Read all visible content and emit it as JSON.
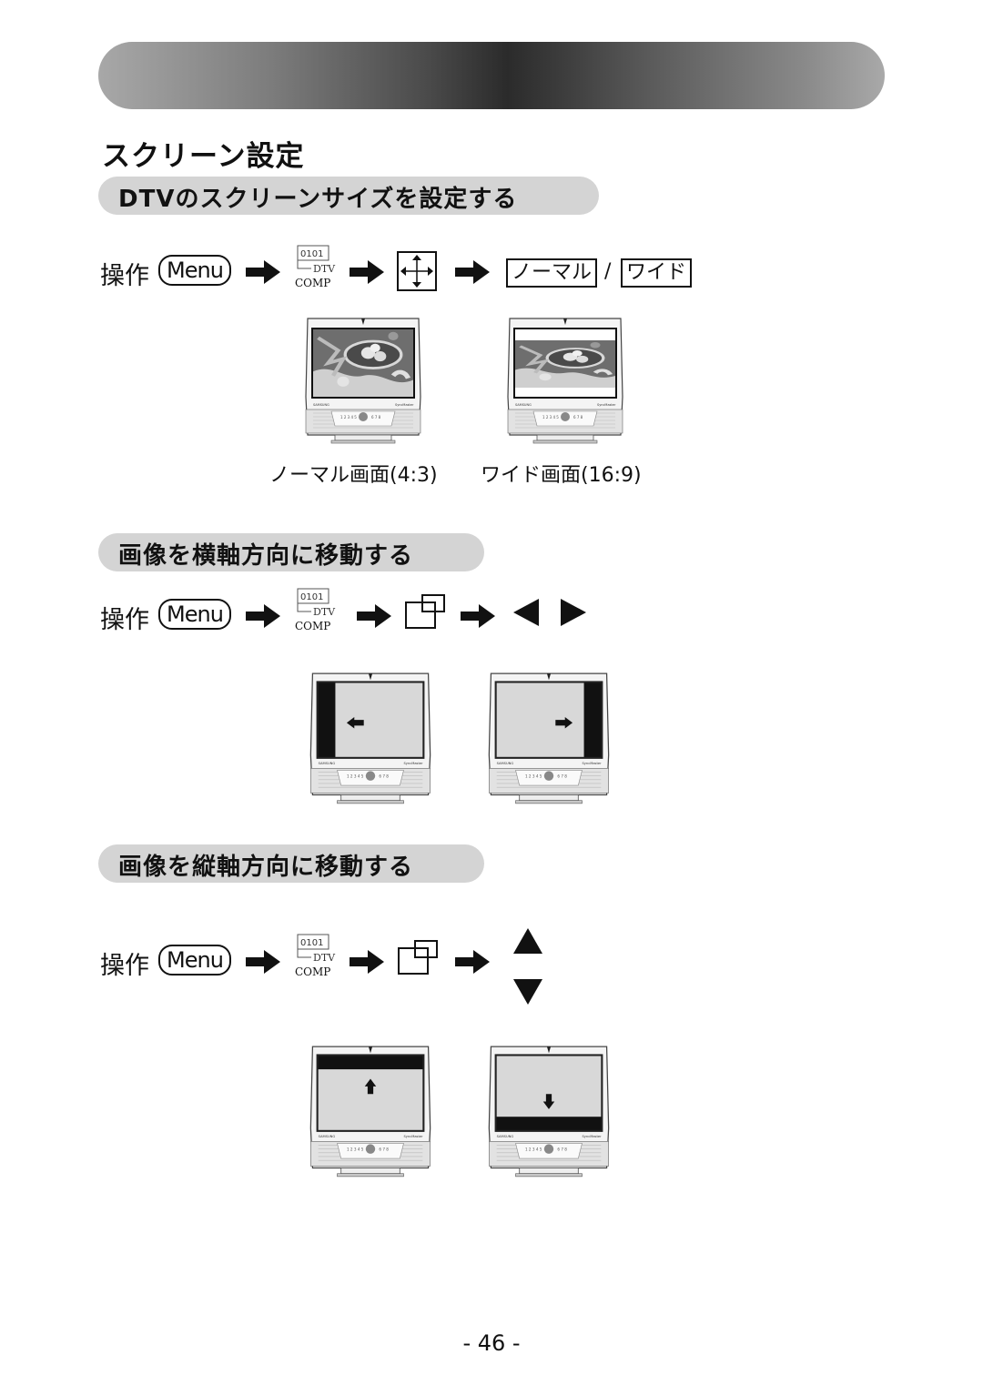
{
  "page": {
    "title": "スクリーン設定",
    "page_number": "- 46 -"
  },
  "common": {
    "operation_label": "操作",
    "menu_button": "Menu",
    "dtv_code": "0101",
    "dtv_label": "DTV",
    "comp_label": "COMP"
  },
  "sections": [
    {
      "heading": "DTVのスクリーンサイズを設定する",
      "options": [
        "ノーマル",
        "ワイド"
      ],
      "separator": "/",
      "captions": [
        "ノーマル画面(4:3)",
        "ワイド画面(16:9)"
      ]
    },
    {
      "heading": "画像を横軸方向に移動する"
    },
    {
      "heading": "画像を縦軸方向に移動する"
    }
  ],
  "icons": [
    "right-arrow-icon",
    "move-cross-icon",
    "position-icon",
    "triangle-left-icon",
    "triangle-right-icon",
    "triangle-up-icon",
    "triangle-down-icon",
    "monitor-icon"
  ]
}
